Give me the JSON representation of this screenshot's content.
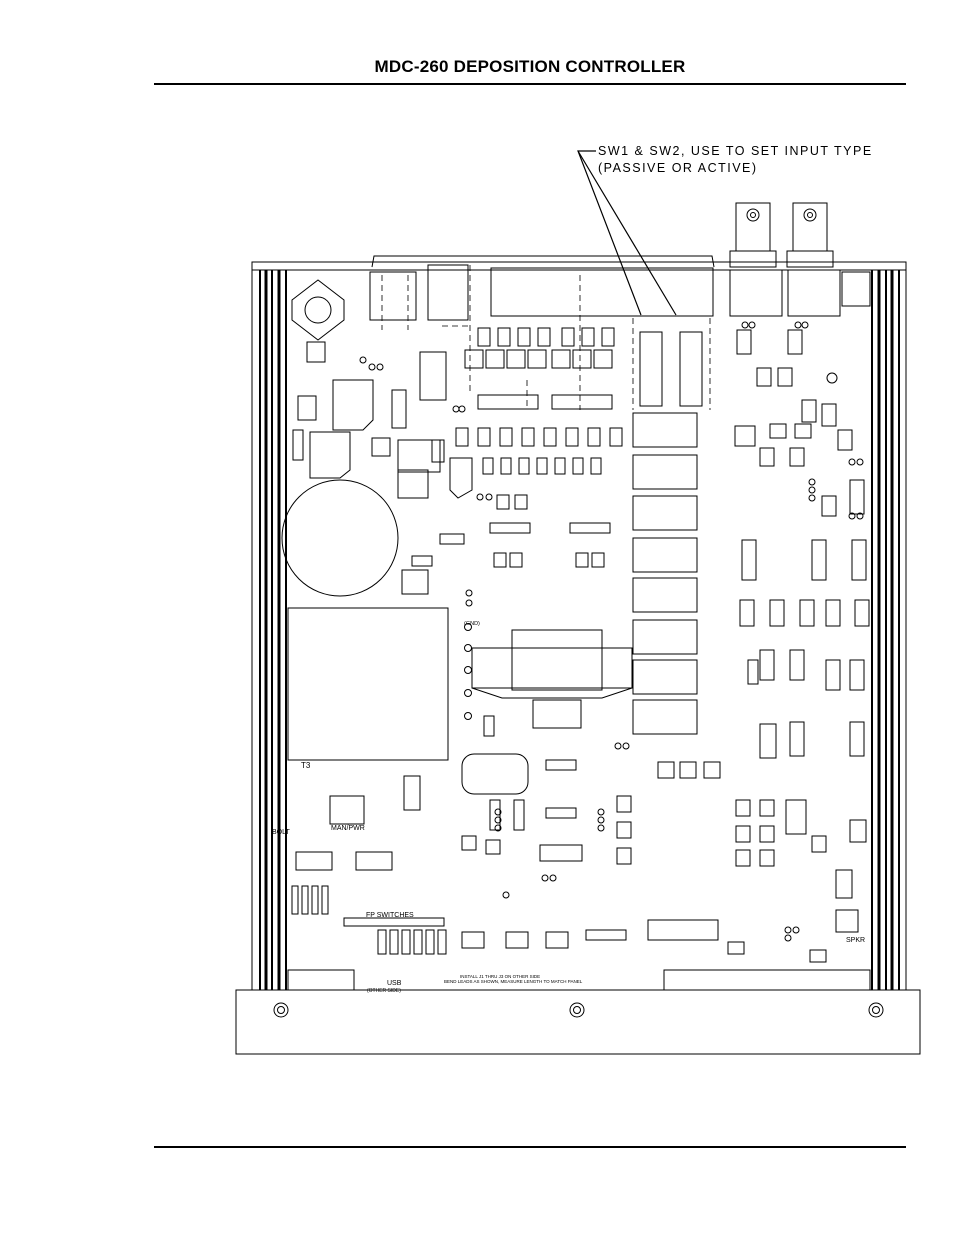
{
  "page": {
    "title": "MDC-260 DEPOSITION CONTROLLER"
  },
  "callout": {
    "line1": "SW1 & SW2, USE TO SET INPUT TYPE",
    "line2": "(PASSIVE OR ACTIVE)"
  },
  "board_labels": {
    "transformer": "T3",
    "man_pwr": "MAN/PWR",
    "fp_switches": "FP SWITCHES",
    "usb": "USB",
    "usb_sub": "(OTHER SIDE)",
    "spkr": "SPKR",
    "gnd": "(GND)",
    "bolt": "BOLT",
    "install_note_1": "INSTALL J1 THRU J3 ON OTHER SIDE",
    "install_note_2": "BEND LEADS AS SHOWN, MEASURE LENGTH TO MATCH PANEL"
  }
}
